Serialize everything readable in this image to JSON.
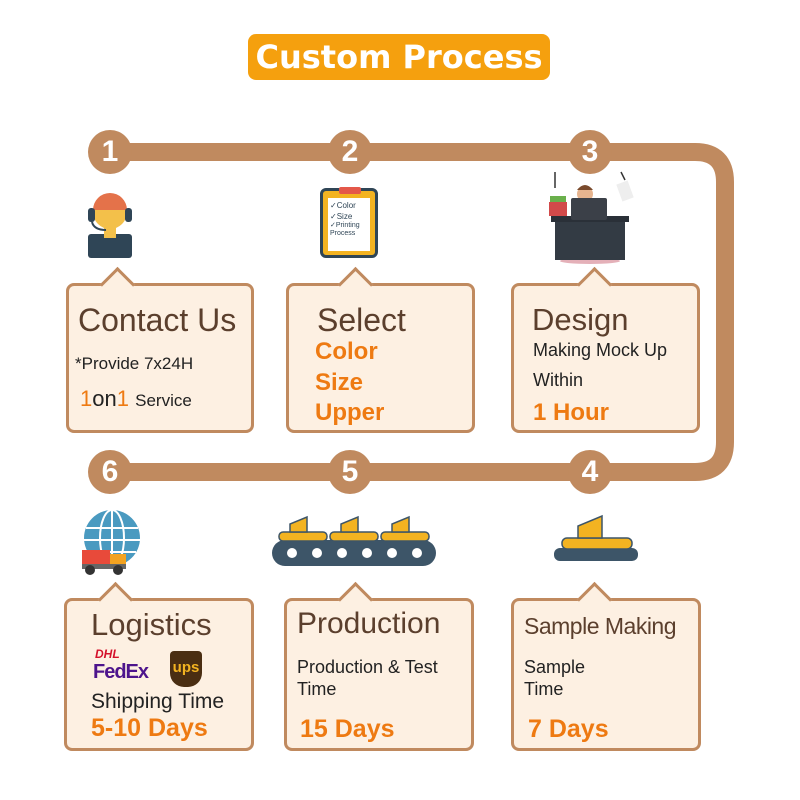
{
  "title": "Custom Process",
  "colors": {
    "track": "#c08a5f",
    "accent": "#ee7a12",
    "title_bg": "#f5a00e",
    "box_fill": "#fdf0e2"
  },
  "steps": [
    {
      "number": "1",
      "icon": "customer-service-headset-icon",
      "heading": "Contact Us",
      "line1": "*Provide 7x24H",
      "service_a": "1",
      "service_b": "on",
      "service_c": "1",
      "service_d": "Service"
    },
    {
      "number": "2",
      "icon": "clipboard-checklist-icon",
      "heading": "Select",
      "clipboard": [
        "Color",
        "Size",
        "Printing Process"
      ],
      "options": [
        "Color",
        "Size",
        "Upper"
      ]
    },
    {
      "number": "3",
      "icon": "designer-at-desk-icon",
      "heading": "Design",
      "line1": "Making Mock Up",
      "line2": "Within",
      "highlight": "1 Hour"
    },
    {
      "number": "4",
      "icon": "single-shoe-conveyor-icon",
      "heading": "Sample Making",
      "line1": "Sample",
      "line2": "Time",
      "highlight": "7 Days"
    },
    {
      "number": "5",
      "icon": "conveyor-belt-icon",
      "heading": "Production",
      "line1": "Production & Test",
      "line2": "Time",
      "highlight": "15 Days"
    },
    {
      "number": "6",
      "icon": "globe-truck-icon",
      "heading": "Logistics",
      "logos": [
        "DHL",
        "FedEx",
        "ups"
      ],
      "line1": "Shipping Time",
      "highlight": "5-10 Days"
    }
  ]
}
